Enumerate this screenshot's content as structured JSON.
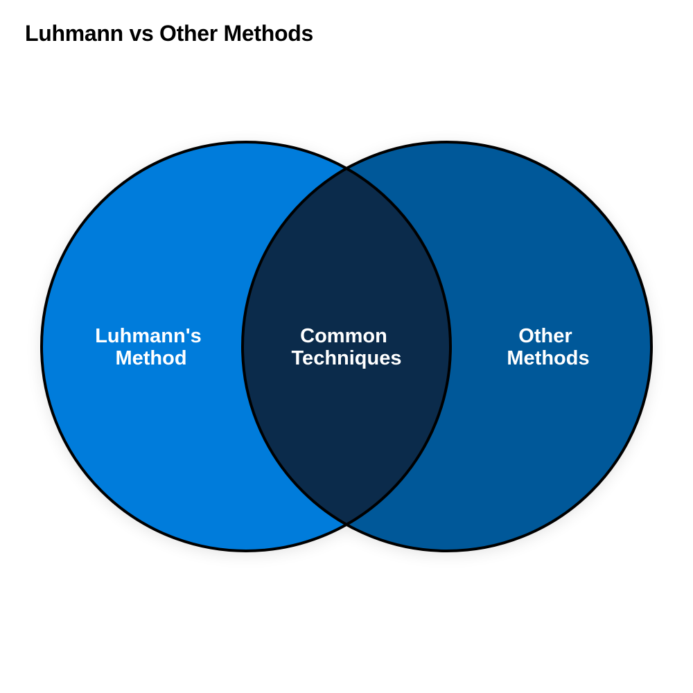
{
  "title": "Luhmann vs Other Methods",
  "sets": {
    "left": {
      "label_lines": [
        "Luhmann's",
        "Method"
      ],
      "color": "#007bdb"
    },
    "right": {
      "label_lines": [
        "Other",
        "Methods"
      ],
      "color": "#035999"
    },
    "intersection": {
      "label_lines": [
        "Common",
        "Techniques"
      ],
      "color": "#0b2b4b"
    }
  },
  "outline_color": "#000000"
}
